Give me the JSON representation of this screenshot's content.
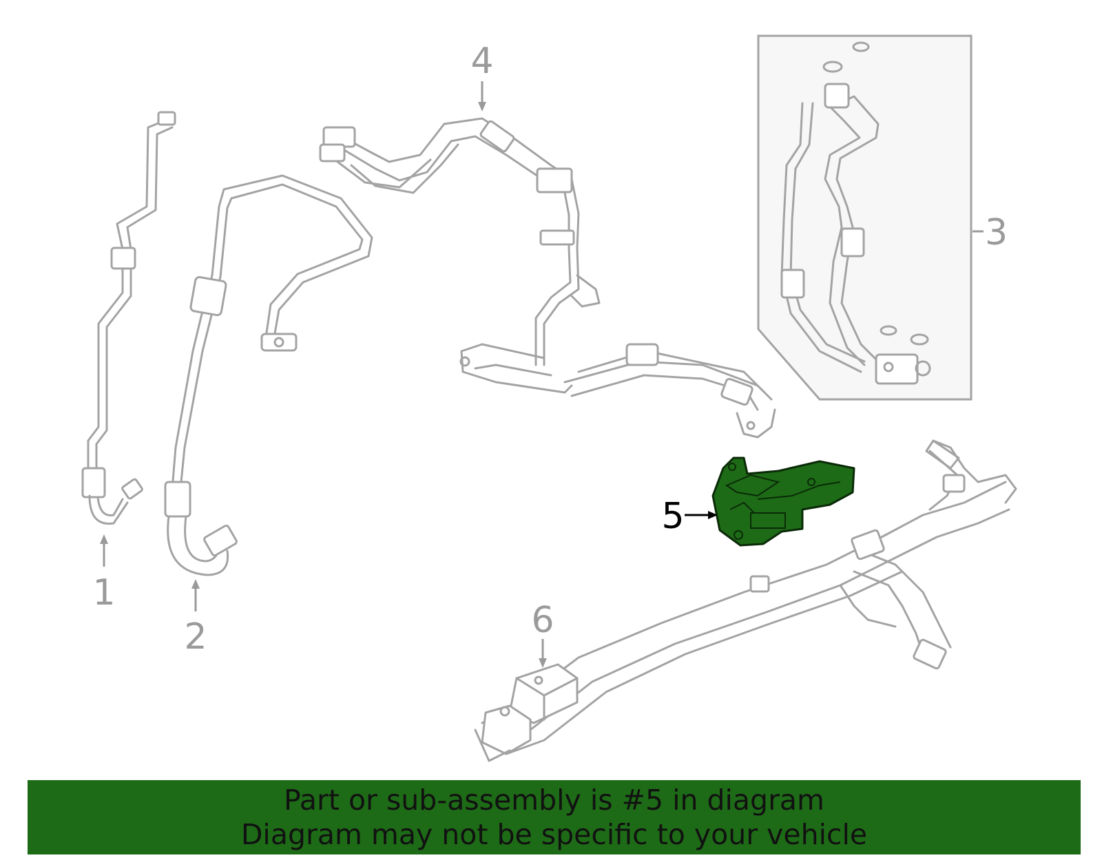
{
  "callouts": [
    {
      "id": "1",
      "label": "1"
    },
    {
      "id": "2",
      "label": "2"
    },
    {
      "id": "3",
      "label": "3"
    },
    {
      "id": "4",
      "label": "4"
    },
    {
      "id": "5",
      "label": "5",
      "highlighted": true
    },
    {
      "id": "6",
      "label": "6"
    }
  ],
  "banner": {
    "line1": "Part or sub-assembly is #5 in diagram",
    "line2": "Diagram may not be specific to your vehicle"
  },
  "colors": {
    "banner_background": "#1e6b17",
    "highlight_part": "#1e6b17",
    "line_art": "#a3a3a3"
  }
}
